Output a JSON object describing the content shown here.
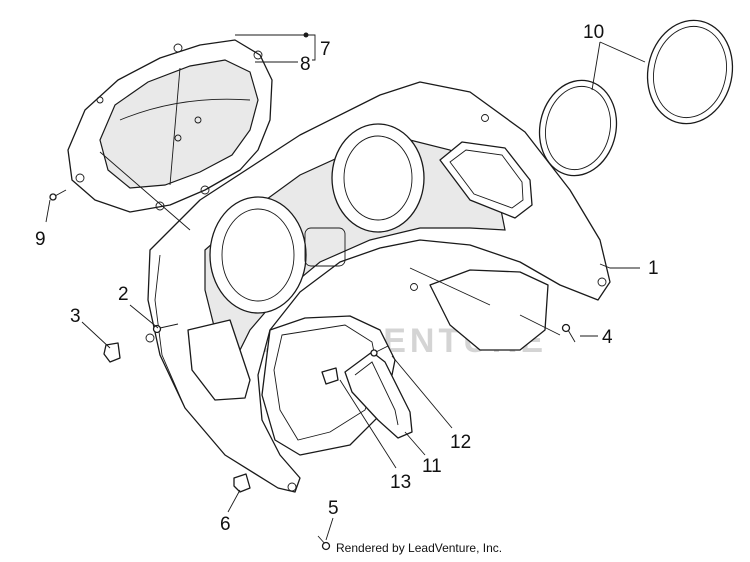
{
  "callouts": [
    {
      "id": "1",
      "text": "1"
    },
    {
      "id": "2",
      "text": "2"
    },
    {
      "id": "3",
      "text": "3"
    },
    {
      "id": "4",
      "text": "4"
    },
    {
      "id": "5",
      "text": "5"
    },
    {
      "id": "6",
      "text": "6"
    },
    {
      "id": "7",
      "text": "7"
    },
    {
      "id": "8",
      "text": "8"
    },
    {
      "id": "9",
      "text": "9"
    },
    {
      "id": "10",
      "text": "10"
    },
    {
      "id": "11",
      "text": "11"
    },
    {
      "id": "12",
      "text": "12"
    },
    {
      "id": "13",
      "text": "13"
    }
  ],
  "watermark": "LEADVENTURE",
  "credit": "Rendered by LeadVenture, Inc."
}
